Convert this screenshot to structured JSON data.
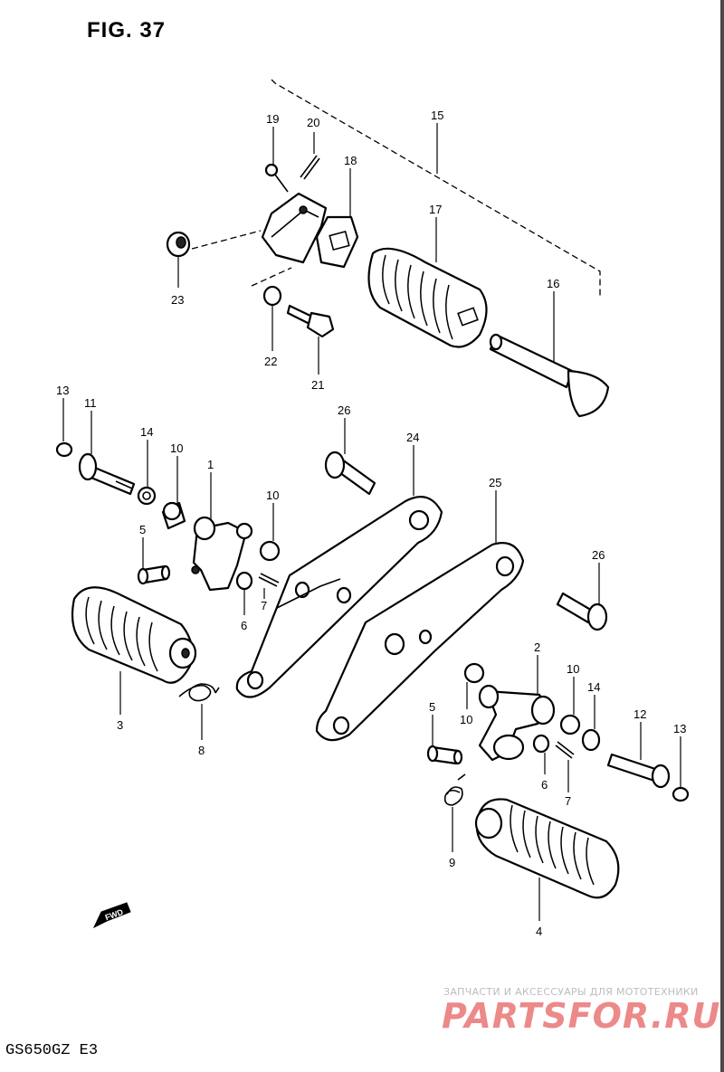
{
  "figure_title": "FIG. 37",
  "model_code": "GS650GZ  E3",
  "watermark": {
    "line1": "ЗАПЧАСТИ И АКСЕССУАРЫ ДЛЯ МОТОТЕХНИКИ",
    "line2": "PARTSFOR.RU"
  },
  "fwd_label": "FWD",
  "callouts": [
    {
      "id": "c15",
      "label": "15"
    },
    {
      "id": "c19",
      "label": "19"
    },
    {
      "id": "c20",
      "label": "20"
    },
    {
      "id": "c18",
      "label": "18"
    },
    {
      "id": "c17",
      "label": "17"
    },
    {
      "id": "c16",
      "label": "16"
    },
    {
      "id": "c23",
      "label": "23"
    },
    {
      "id": "c22",
      "label": "22"
    },
    {
      "id": "c21",
      "label": "21"
    },
    {
      "id": "c13a",
      "label": "13"
    },
    {
      "id": "c11",
      "label": "11"
    },
    {
      "id": "c14a",
      "label": "14"
    },
    {
      "id": "c10a",
      "label": "10"
    },
    {
      "id": "c1",
      "label": "1"
    },
    {
      "id": "c10b",
      "label": "10"
    },
    {
      "id": "c26a",
      "label": "26"
    },
    {
      "id": "c24",
      "label": "24"
    },
    {
      "id": "c25",
      "label": "25"
    },
    {
      "id": "c5a",
      "label": "5"
    },
    {
      "id": "c7a",
      "label": "7"
    },
    {
      "id": "c6a",
      "label": "6"
    },
    {
      "id": "c3",
      "label": "3"
    },
    {
      "id": "c8",
      "label": "8"
    },
    {
      "id": "c26b",
      "label": "26"
    },
    {
      "id": "c2",
      "label": "2"
    },
    {
      "id": "c10c",
      "label": "10"
    },
    {
      "id": "c14b",
      "label": "14"
    },
    {
      "id": "c10d",
      "label": "10"
    },
    {
      "id": "c5b",
      "label": "5"
    },
    {
      "id": "c12",
      "label": "12"
    },
    {
      "id": "c13b",
      "label": "13"
    },
    {
      "id": "c6b",
      "label": "6"
    },
    {
      "id": "c7b",
      "label": "7"
    },
    {
      "id": "c9",
      "label": "9"
    },
    {
      "id": "c4",
      "label": "4"
    }
  ]
}
